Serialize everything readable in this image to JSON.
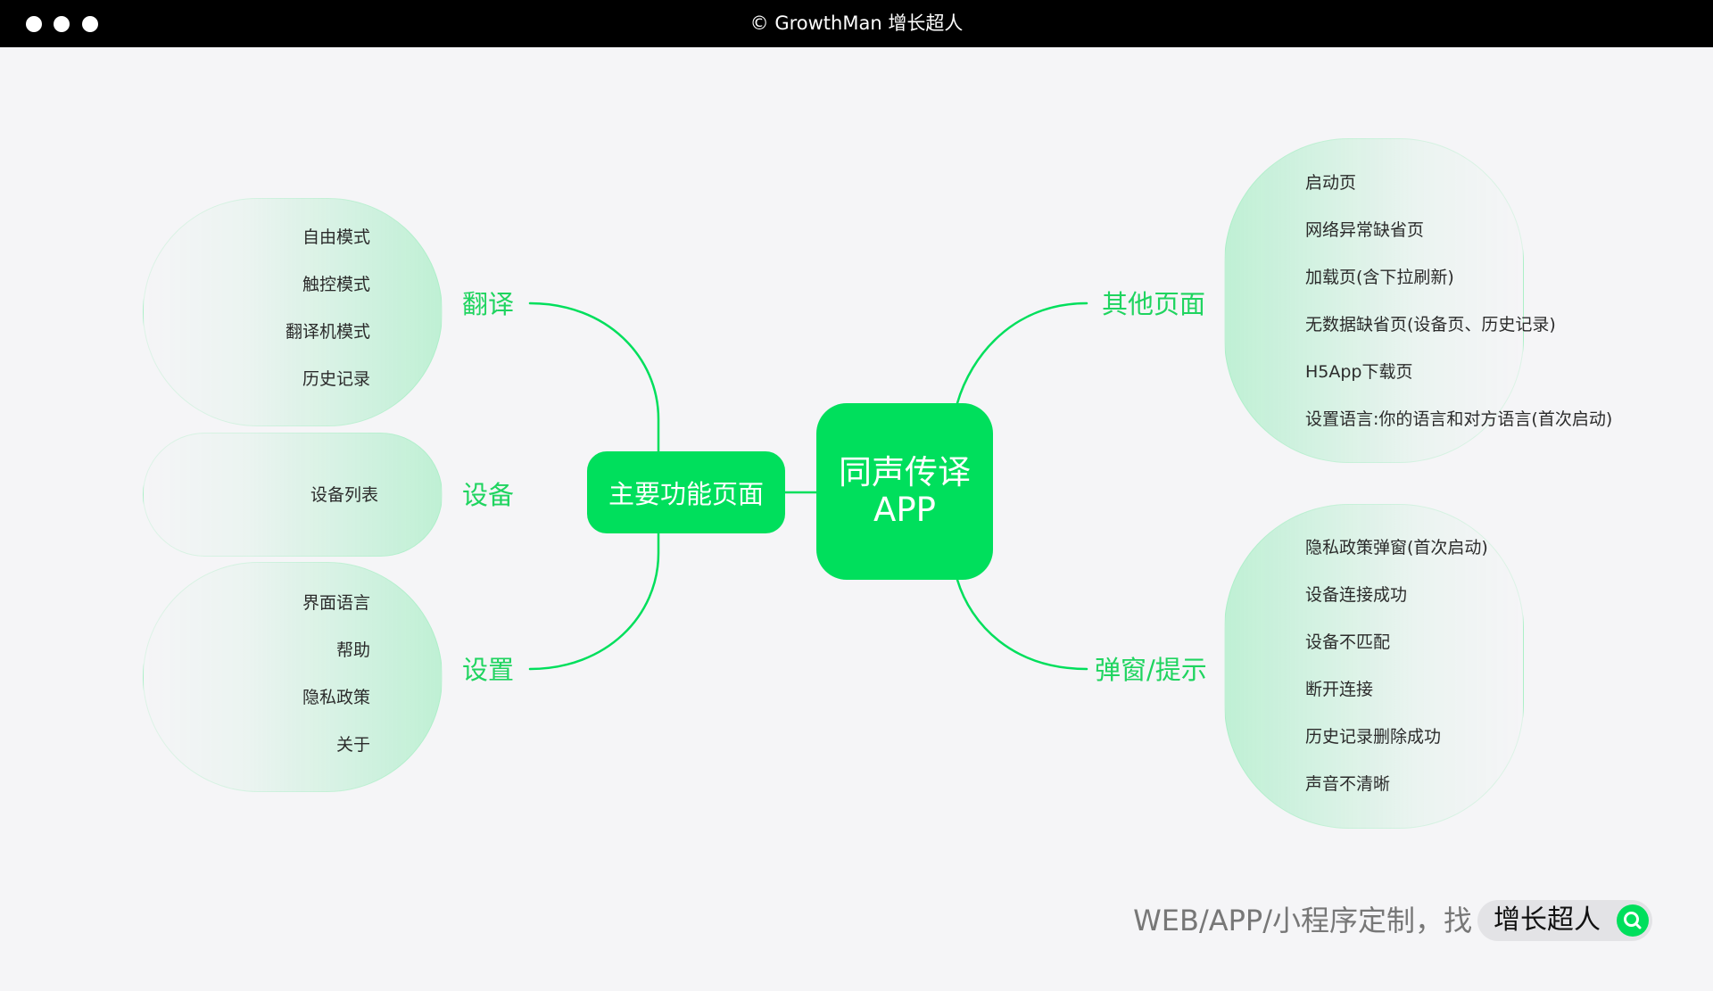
{
  "window": {
    "title": "© GrowthMan 增长超人"
  },
  "colors": {
    "accent": "#00df5c",
    "branch_text": "#1fd45f",
    "background": "#f5f5f7",
    "topbar": "#000000"
  },
  "mindmap": {
    "root": {
      "line1": "同声传译",
      "line2": "APP"
    },
    "main_functions": {
      "label": "主要功能页面",
      "translate": {
        "label": "翻译",
        "items": [
          "自由模式",
          "触控模式",
          "翻译机模式",
          "历史记录"
        ]
      },
      "device": {
        "label": "设备",
        "items": [
          "设备列表"
        ]
      },
      "settings": {
        "label": "设置",
        "items": [
          "界面语言",
          "帮助",
          "隐私政策",
          "关于"
        ]
      }
    },
    "other_pages": {
      "label": "其他页面",
      "items": [
        "启动页",
        "网络异常缺省页",
        "加载页(含下拉刷新)",
        "无数据缺省页(设备页、历史记录)",
        "H5App下载页",
        "设置语言:你的语言和对方语言(首次启动)"
      ]
    },
    "popups": {
      "label": "弹窗/提示",
      "items": [
        "隐私政策弹窗(首次启动)",
        "设备连接成功",
        "设备不匹配",
        "断开连接",
        "历史记录删除成功",
        "声音不清晰"
      ]
    }
  },
  "footer": {
    "tagline": "WEB/APP/小程序定制，找",
    "brand": "增长超人",
    "brand_icon": "search-icon"
  }
}
